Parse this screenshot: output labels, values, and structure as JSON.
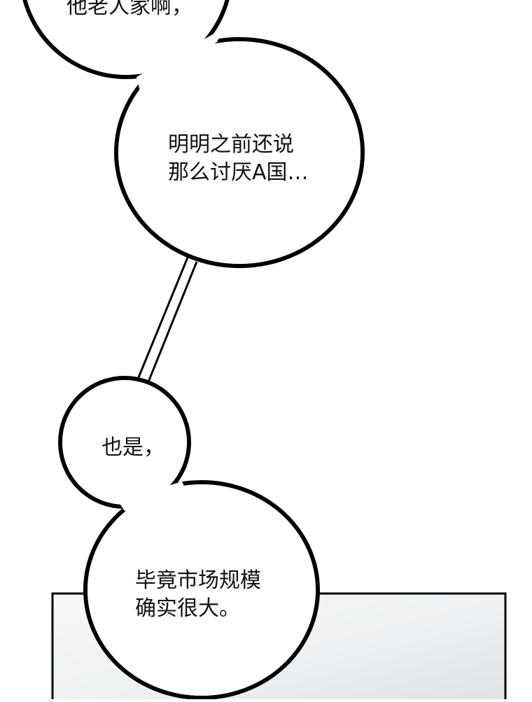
{
  "bubbles": [
    {
      "lines": [
        "他老人家啊，"
      ]
    },
    {
      "lines": [
        "明明之前还说",
        "那么讨厌A国…"
      ]
    },
    {
      "lines": [
        "也是，"
      ]
    },
    {
      "lines": [
        "毕竟市场规模",
        "确实很大。"
      ]
    }
  ],
  "colors": {
    "outline": "#000000",
    "bubble_fill": "#ffffff",
    "panel_fill_light": "#f4f6f7",
    "panel_fill_dark": "#e1e5e8",
    "text": "#111111"
  }
}
